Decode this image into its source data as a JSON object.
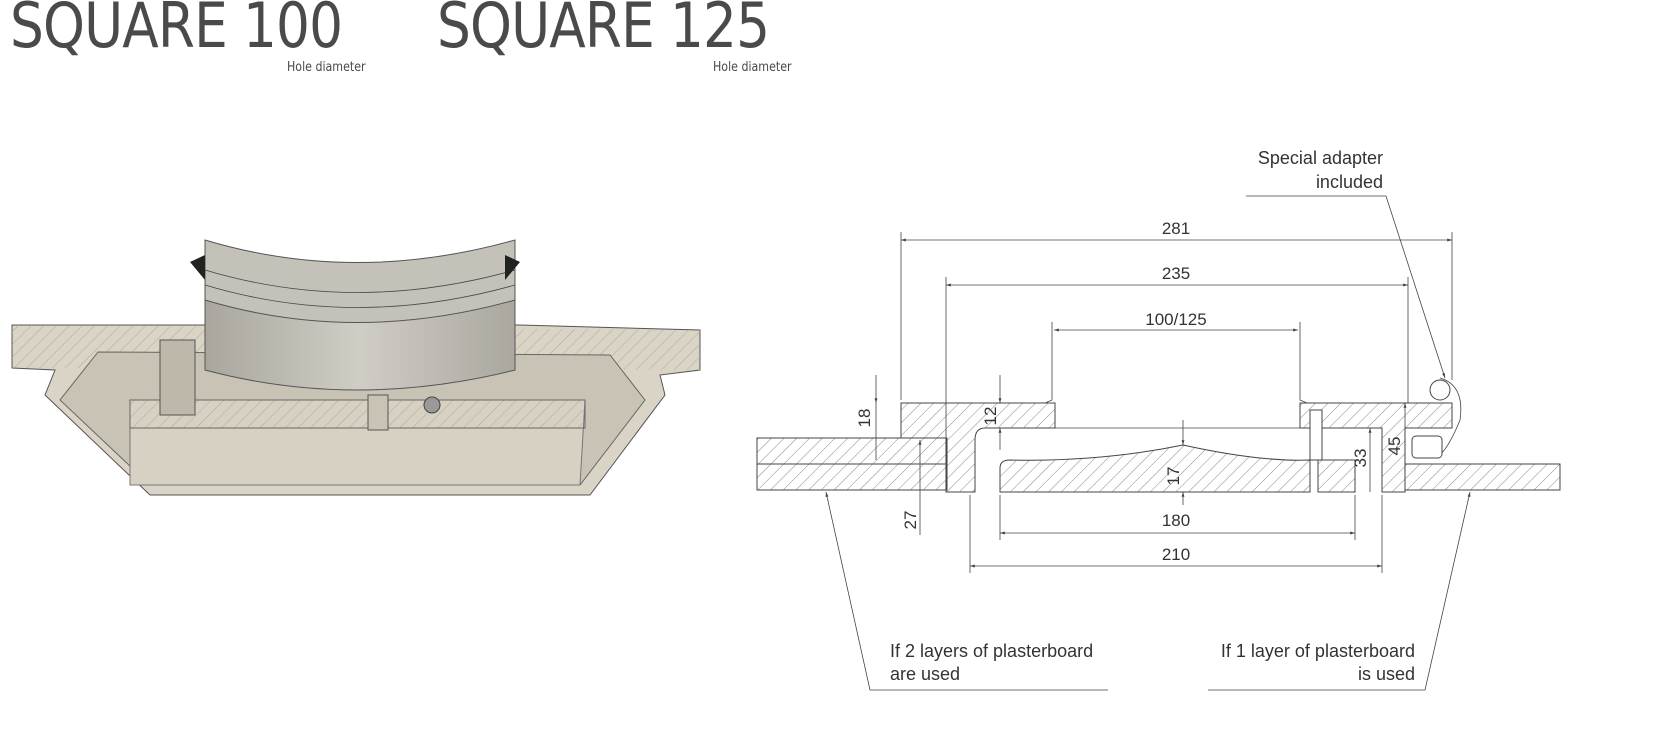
{
  "headings": [
    {
      "model": "SQUARE",
      "size": "100",
      "caption": "Hole diameter"
    },
    {
      "model": "SQUARE",
      "size": "125",
      "caption": "Hole diameter"
    }
  ],
  "dimensions": {
    "overall_width": "281",
    "plate_width": "235",
    "hole": "100/125",
    "plate_thickness": "18",
    "flange_thickness": "12",
    "board_depth": "27",
    "inner_depth": "17",
    "inner_height": "33",
    "total_height": "45",
    "inner_width": "180",
    "frame_width": "210"
  },
  "notes": {
    "adapter": [
      "Special adapter",
      "included"
    ],
    "two_layers": [
      "If 2 layers of plasterboard",
      "are used"
    ],
    "one_layer": [
      "If 1 layer of plasterboard",
      "is used"
    ]
  },
  "colors": {
    "text": "#4a4a4a",
    "model_fill": "#d9d4c6",
    "model_metal": "#bfbcb4"
  }
}
